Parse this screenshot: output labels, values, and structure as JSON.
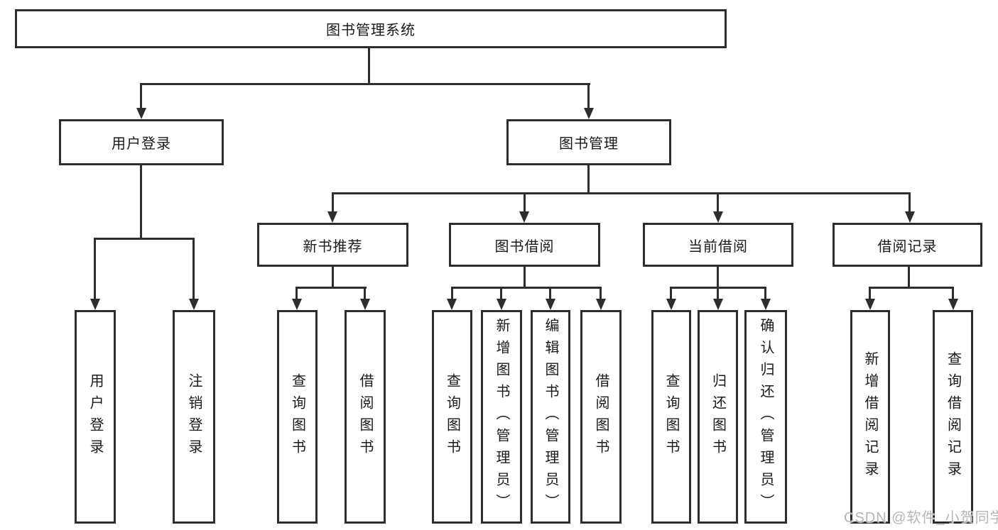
{
  "diagram": {
    "root": {
      "label": "图书管理系统"
    },
    "level2": {
      "userLogin": {
        "label": "用户登录"
      },
      "bookManagement": {
        "label": "图书管理"
      }
    },
    "level3": {
      "newBookRecommend": {
        "label": "新书推荐"
      },
      "bookBorrow": {
        "label": "图书借阅"
      },
      "currentBorrow": {
        "label": "当前借阅"
      },
      "borrowRecords": {
        "label": "借阅记录"
      }
    },
    "leaves": {
      "userLogin": {
        "label": "用户登录"
      },
      "logout": {
        "label": "注销登录"
      },
      "queryBooksRecommend": {
        "label": "查询图书"
      },
      "borrowBooksRecommend": {
        "label": "借阅图书"
      },
      "queryBooksBorrow": {
        "label": "查询图书"
      },
      "addBooksAdmin": {
        "label": "新增图书（管理员）"
      },
      "editBooksAdmin": {
        "label": "编辑图书（管理员）"
      },
      "borrowBooksBorrow": {
        "label": "借阅图书"
      },
      "queryBooksCurrent": {
        "label": "查询图书"
      },
      "returnBooks": {
        "label": "归还图书"
      },
      "confirmReturnAdmin": {
        "label": "确认归还（管理员）"
      },
      "addBorrowRecord": {
        "label": "新增借阅记录"
      },
      "queryBorrowRecord": {
        "label": "查询借阅记录"
      }
    },
    "watermark": "CSDN @软件_小贺同学",
    "colors": {
      "line": "#2d2d2d",
      "text": "#1a1a1a",
      "watermark": "#b6b6b6",
      "background": "#ffffff"
    }
  }
}
